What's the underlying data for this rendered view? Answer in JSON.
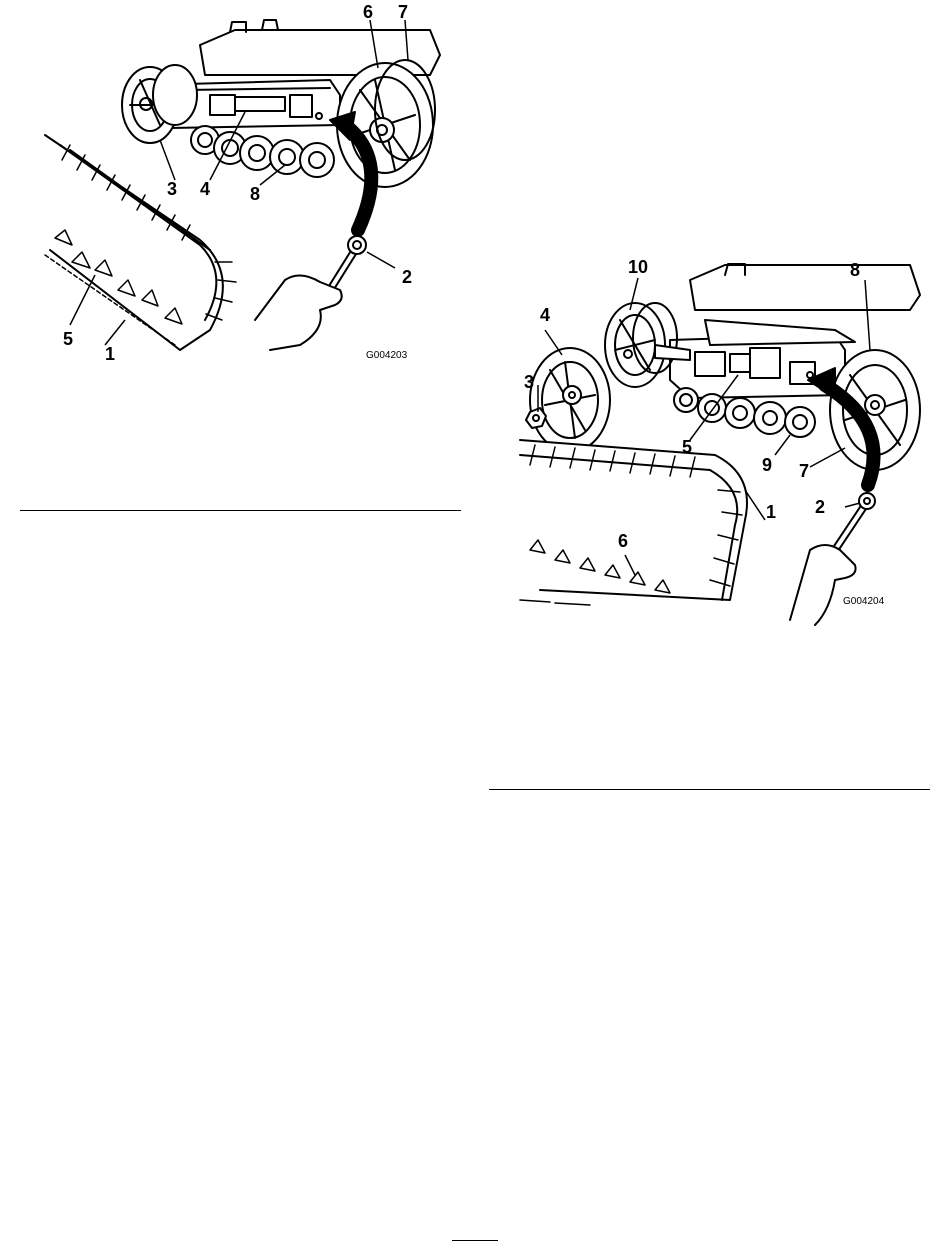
{
  "figure1": {
    "callouts": [
      "1",
      "2",
      "3",
      "4",
      "5",
      "6",
      "7",
      "8"
    ],
    "code": "G004203"
  },
  "figure2": {
    "callouts": [
      "1",
      "2",
      "3",
      "4",
      "5",
      "6",
      "7",
      "8",
      "9",
      "10"
    ],
    "code": "G004204"
  },
  "colors": {
    "line": "#000000",
    "paper": "#ffffff",
    "shade": "#e8e8e8"
  },
  "icons": [
    "track-illustration",
    "idler-wheel",
    "wrench",
    "rotation-arrow",
    "hand"
  ]
}
